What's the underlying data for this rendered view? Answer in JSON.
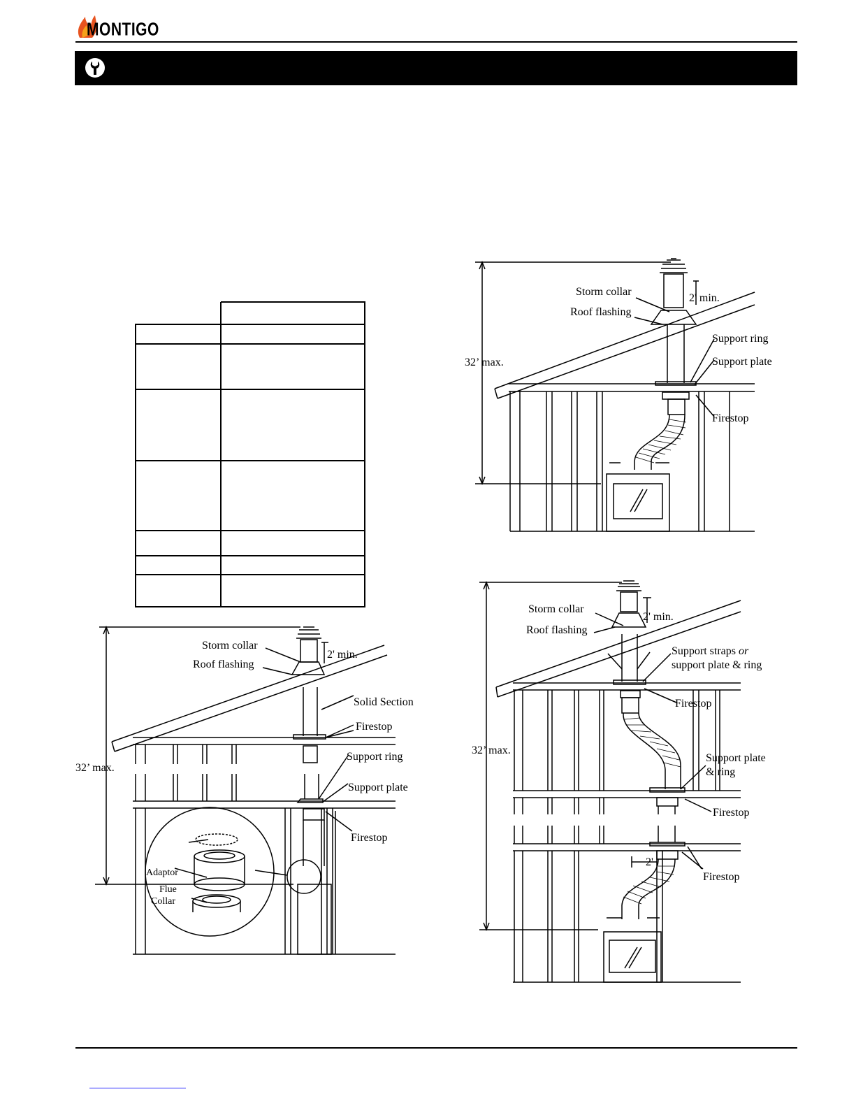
{
  "header": {
    "brand": "MONTIGO"
  },
  "figure_top_right": {
    "height_label": "32’ max.",
    "labels": {
      "storm_collar": "Storm collar",
      "roof_flashing": "Roof flashing",
      "min_clearance": "2' min.",
      "support_ring": "Support ring",
      "support_plate": "Support plate",
      "firestop": "Firestop"
    }
  },
  "figure_bottom_left": {
    "height_label": "32’ max.",
    "labels": {
      "storm_collar": "Storm collar",
      "roof_flashing": "Roof flashing",
      "min_clearance": "2' min.",
      "solid_section": "Solid Section",
      "firestop_top": "Firestop",
      "support_ring": "Support ring",
      "support_plate": "Support plate",
      "firestop_bottom": "Firestop",
      "adaptor": "Adaptor",
      "flue_collar_line1": "Flue",
      "flue_collar_line2": "Collar"
    }
  },
  "figure_bottom_right": {
    "height_label": "32’ max.",
    "labels": {
      "storm_collar": "Storm collar",
      "roof_flashing": "Roof flashing",
      "min_clearance": "2' min.",
      "support_straps_line1": "Support straps",
      "support_straps_or": "or",
      "support_straps_line2": "support plate & ring",
      "firestop_1": "Firestop",
      "support_plate_line1": "Support plate",
      "support_plate_line2": "& ring",
      "firestop_2": "Firestop",
      "offset": "2'",
      "firestop_3": "Firestop"
    }
  }
}
